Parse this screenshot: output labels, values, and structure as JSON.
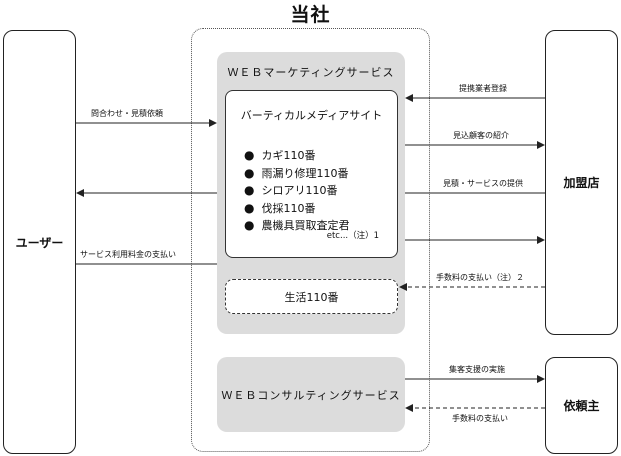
{
  "company_title": "当社",
  "user_label": "ユーザー",
  "partner_label": "加盟店",
  "client_label": "依頼主",
  "web_marketing_title": "ＷＥＢマーケティングサービス",
  "media_site_title": "バーティカルメディアサイト",
  "media_sites": [
    "カギ110番",
    "雨漏り修理110番",
    "シロアリ110番",
    "伐採110番",
    "農機具買取査定君"
  ],
  "media_etc": "etc...（注）1",
  "seikatsu_label": "生活110番",
  "web_consulting_title": "ＷＥＢコンサルティングサービス",
  "flows": {
    "inquiry": "問合わせ・見積依頼",
    "usage_fee": "サービス利用料金の支払い",
    "partner_registration": "提携業者登録",
    "customer_referral": "見込顧客の紹介",
    "estimate_service": "見積・サービスの提供",
    "commission": "手数料の支払い（注）２",
    "customer_support": "集客支援の実施",
    "fee_payment": "手数料の支払い"
  }
}
